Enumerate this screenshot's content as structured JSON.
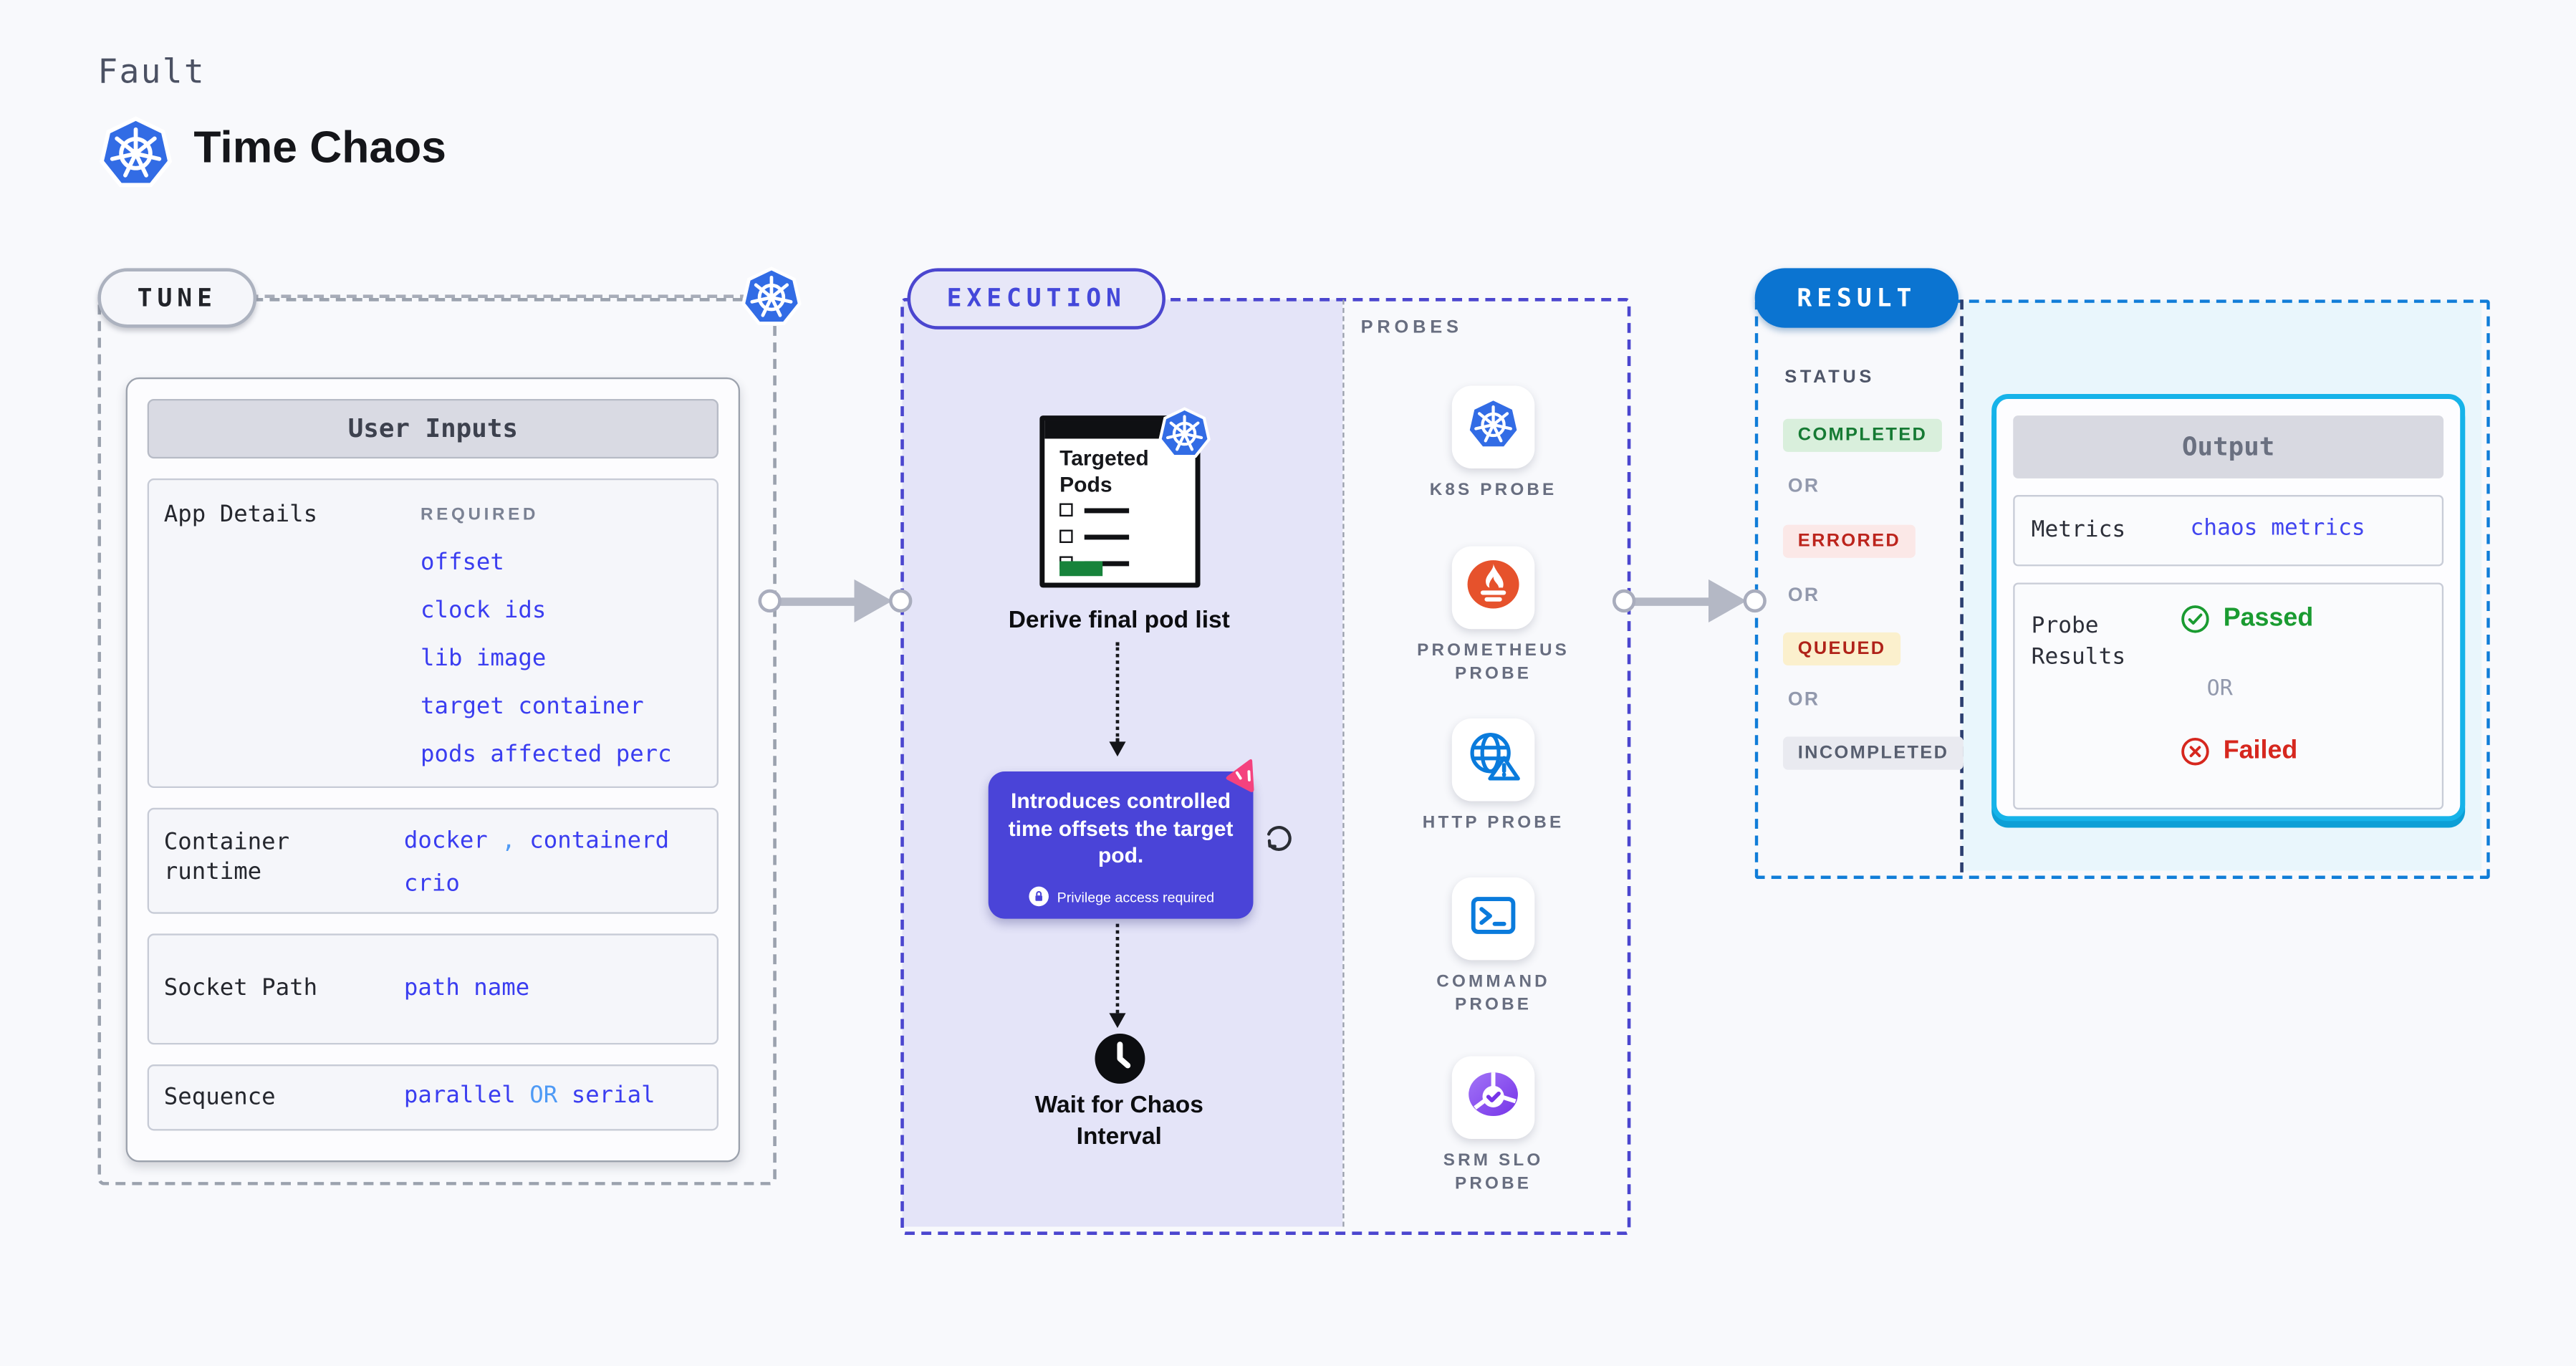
{
  "page": {
    "eyebrow": "Fault",
    "title": "Time Chaos"
  },
  "tune": {
    "badge": "TUNE",
    "user_inputs_title": "User Inputs",
    "app_details": {
      "label": "App Details",
      "required_tag": "REQUIRED",
      "values": [
        "offset",
        "clock ids",
        "lib image",
        "target container",
        "pods affected perc"
      ]
    },
    "container_runtime": {
      "label": "Container runtime",
      "value1": "docker",
      "separator": ",",
      "value2": "containerd",
      "value3": "crio"
    },
    "socket_path": {
      "label": "Socket Path",
      "value": "path name"
    },
    "sequence": {
      "label": "Sequence",
      "value1": "parallel",
      "or": "OR",
      "value2": "serial"
    }
  },
  "execution": {
    "badge": "EXECUTION",
    "targeted_pods_title": "Targeted Pods",
    "step1_caption": "Derive final pod list",
    "tooltip_text": "Introduces controlled time offsets the target pod.",
    "privilege_note": "Privilege access required",
    "step2_caption": "Wait for Chaos Interval"
  },
  "probes": {
    "title": "PROBES",
    "items": [
      {
        "label": "K8S PROBE",
        "icon": "kubernetes-icon"
      },
      {
        "label": "PROMETHEUS PROBE",
        "icon": "prometheus-icon"
      },
      {
        "label": "HTTP PROBE",
        "icon": "globe-warning-icon"
      },
      {
        "label": "COMMAND PROBE",
        "icon": "terminal-icon"
      },
      {
        "label": "SRM SLO PROBE",
        "icon": "pie-check-icon"
      }
    ]
  },
  "result": {
    "badge": "RESULT",
    "status_title": "STATUS",
    "or": "OR",
    "statuses": [
      {
        "label": "COMPLETED",
        "bg": "#d9efdc",
        "fg": "#157a33"
      },
      {
        "label": "ERRORED",
        "bg": "#fbe8e7",
        "fg": "#bc241c"
      },
      {
        "label": "QUEUED",
        "bg": "#fbf0cd",
        "fg": "#b02319"
      },
      {
        "label": "INCOMPLETED",
        "bg": "#e9eaf0",
        "fg": "#575e6f"
      }
    ],
    "output": {
      "title": "Output",
      "metrics_label": "Metrics",
      "metrics_value": "chaos metrics",
      "probe_results_label": "Probe Results",
      "passed": "Passed",
      "or": "OR",
      "failed": "Failed"
    }
  },
  "colors": {
    "kubernetes_blue": "#326ce5",
    "accent_indigo": "#4b46cf",
    "result_blue": "#0b74d1",
    "output_border_cyan": "#16b3e9",
    "value_blue": "#3a3df0",
    "light_blue": "#4e9af5",
    "passed_green": "#1a9b31",
    "failed_red": "#d6271e",
    "execution_bg": "#e4e4f8",
    "tooltip_bg": "#4a44d8",
    "prometheus_orange": "#e6522c",
    "litmus_pink": "#f4427e",
    "targeted_pods_green": "#17833b"
  }
}
